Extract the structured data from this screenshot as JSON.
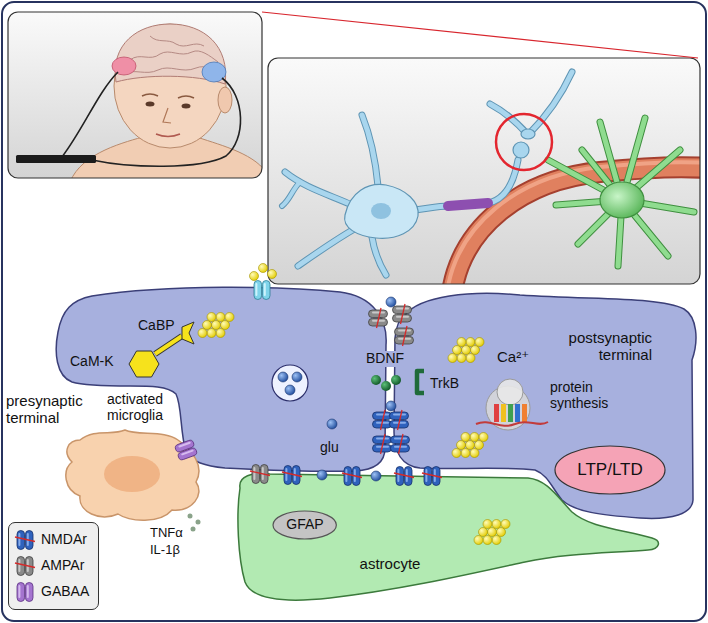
{
  "diagram": {
    "nodes": [
      {
        "text": [
          "presynaptic terminal"
        ]
      },
      {
        "text": [
          "postsynaptic terminal"
        ]
      },
      {
        "text": [
          "LTP/LTD"
        ],
        "in": 1
      },
      {
        "text": [
          "activated microglia"
        ]
      },
      {
        "text": [
          "astrocyte"
        ]
      },
      {
        "text": [
          "GFAP"
        ],
        "in": 4
      }
    ],
    "labels": [
      "CaBP",
      "BDNF",
      "Ca²⁺",
      "CaM-K",
      "TrkB",
      "protein synthesis",
      "glu",
      "TNFα",
      "IL-1β"
    ],
    "legend": [
      {
        "text": "NMDAr"
      },
      {
        "text": "AMPAr"
      },
      {
        "text": "GABAA"
      }
    ]
  }
}
